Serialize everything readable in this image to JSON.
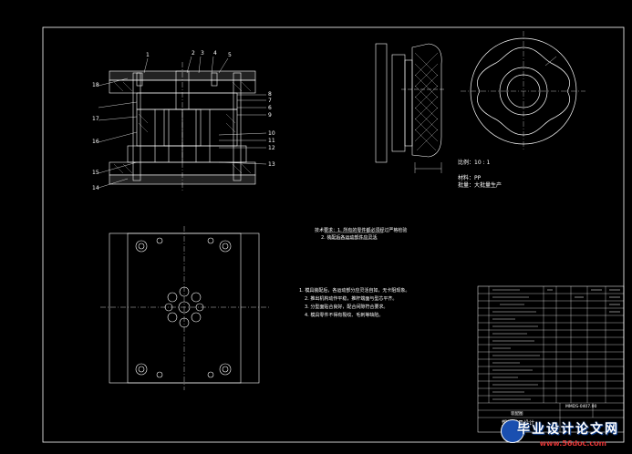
{
  "drawing": {
    "scale_label": "比例：10 : 1",
    "material_label": "材料：PP",
    "production_label": "批量：大批量生产",
    "note_center_1": "技术要求：1. 所有的零件都必须经过严格检验",
    "note_center_2": "2. 装配后各运动部件应灵活",
    "tech_req_lines": [
      "1. 模具装配后，各运动部分应灵活自如，无卡阻现象。",
      "2. 推出机构动作平稳，推杆端面与型芯平齐。",
      "3. 分型面贴合良好，配合间隙符合要求。",
      "4. 模具零件不得有裂纹、毛刺等缺陷。"
    ],
    "part_numbers_left": [
      "18",
      "17",
      "16",
      "15",
      "14"
    ],
    "part_numbers_right": [
      "8",
      "7",
      "6",
      "9",
      "10",
      "11",
      "12",
      "13"
    ],
    "part_numbers_top": [
      "1",
      "2",
      "3",
      "4",
      "5"
    ],
    "title_block_main": "塑料模具设计",
    "title_block_sub": "装配图",
    "drawing_number": "MMDS-0407.00"
  },
  "watermark": {
    "title": "毕业设计论文网",
    "url": "www.56doc.com"
  }
}
